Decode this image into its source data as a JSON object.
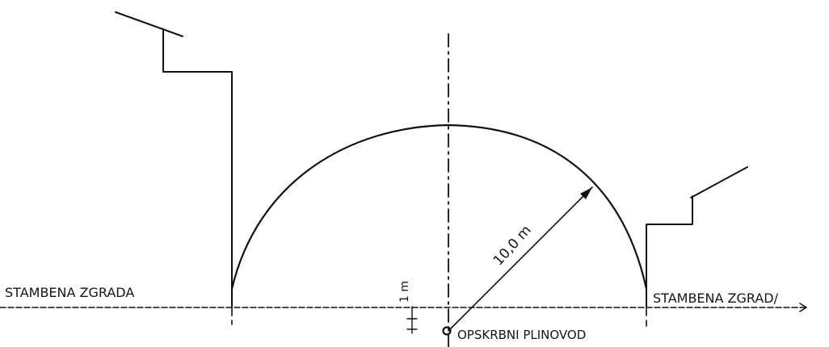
{
  "labels": {
    "left_building": "STAMBENA ZGRADA",
    "right_building": "STAMBENA ZGRAD/",
    "radius": "10,0 m",
    "offset": "1 m",
    "pipeline": "OPSKRBNI PLINOVOD"
  },
  "colors": {
    "ink": "#111111",
    "background": "#ffffff"
  }
}
